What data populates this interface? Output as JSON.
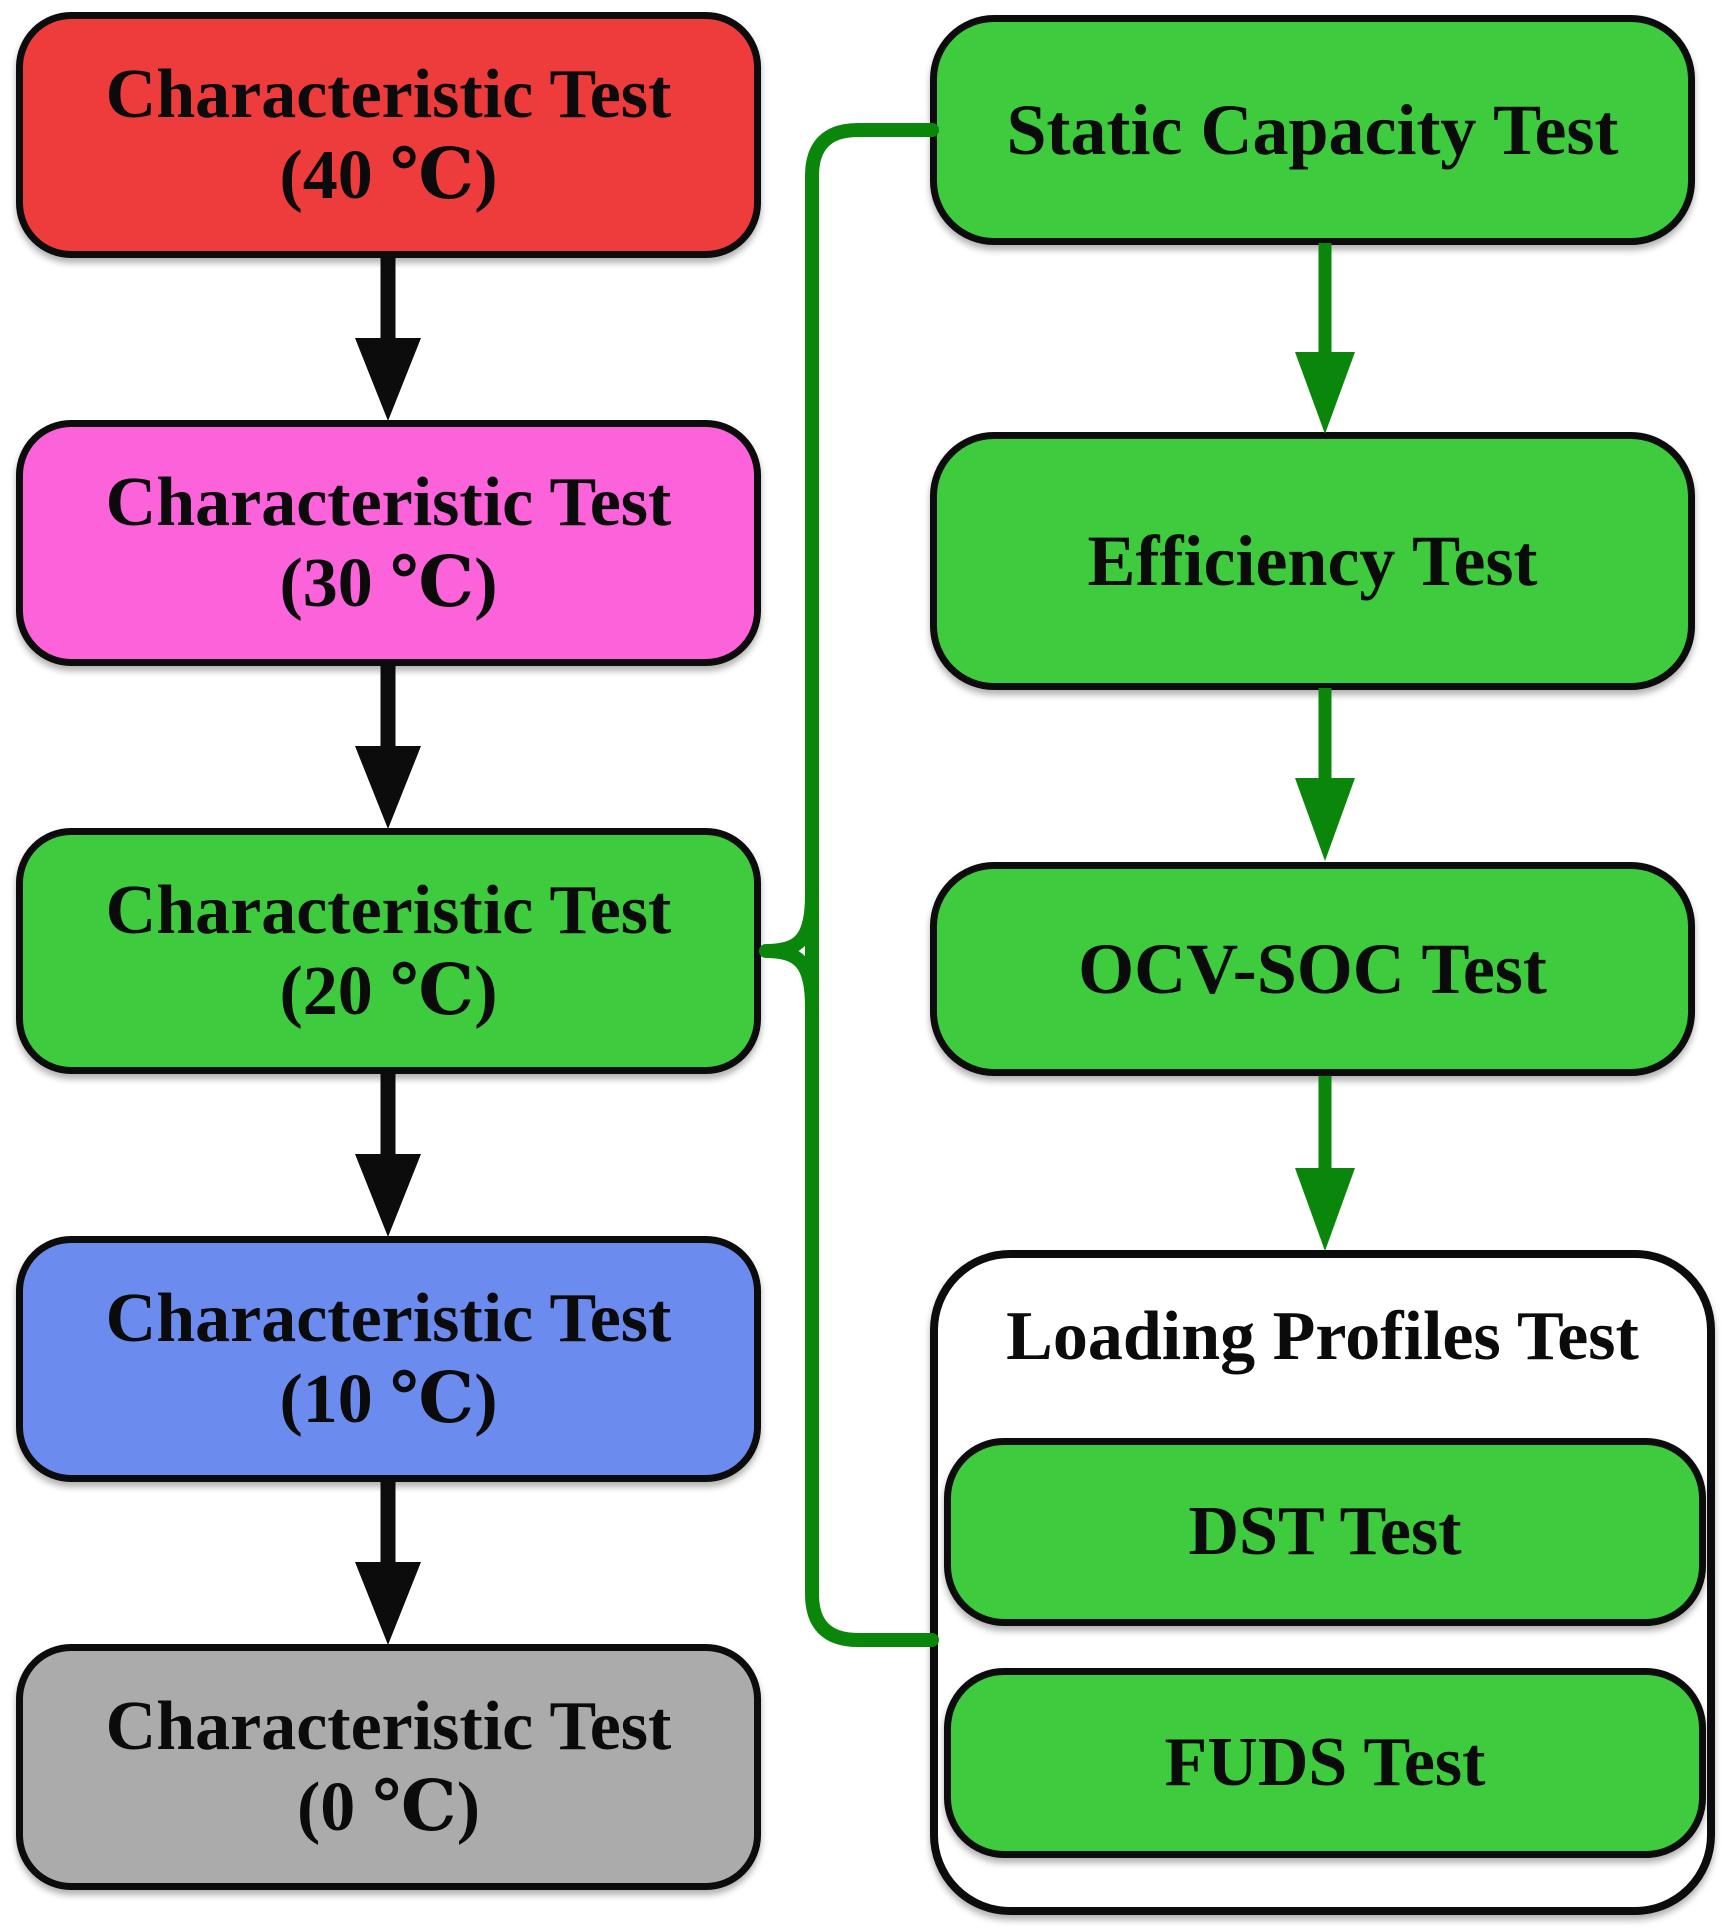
{
  "colors": {
    "arrow_black": "#0c0c0c",
    "connector_green": "#0a860a",
    "box_border": "#0c0c0c",
    "text": "#0b0b0b",
    "red": "#ee3b3b",
    "magenta": "#fc63da",
    "green": "#3ecb3e",
    "blue": "#6c8bee",
    "gray": "#ababab",
    "white": "#ffffff"
  },
  "left_column": {
    "boxes": [
      {
        "line1": "Characteristic Test",
        "line2": "(40 ℃)",
        "fill": "#ee3b3b"
      },
      {
        "line1": "Characteristic Test",
        "line2": "(30 ℃)",
        "fill": "#fc63da"
      },
      {
        "line1": "Characteristic Test",
        "line2": "(20 ℃)",
        "fill": "#3ecb3e"
      },
      {
        "line1": "Characteristic Test",
        "line2": "(10 ℃)",
        "fill": "#6c8bee"
      },
      {
        "line1": "Characteristic Test",
        "line2": "(0 ℃)",
        "fill": "#ababab"
      }
    ]
  },
  "right_column": {
    "boxes": [
      {
        "label": "Static Capacity Test",
        "fill": "#3ecb3e"
      },
      {
        "label": "Efficiency Test",
        "fill": "#3ecb3e"
      },
      {
        "label": "OCV-SOC Test",
        "fill": "#3ecb3e"
      }
    ],
    "loading_group": {
      "title": "Loading Profiles Test",
      "fill": "#ffffff",
      "children": [
        {
          "label": "DST Test",
          "fill": "#3ecb3e"
        },
        {
          "label": "FUDS Test",
          "fill": "#3ecb3e"
        }
      ]
    }
  }
}
